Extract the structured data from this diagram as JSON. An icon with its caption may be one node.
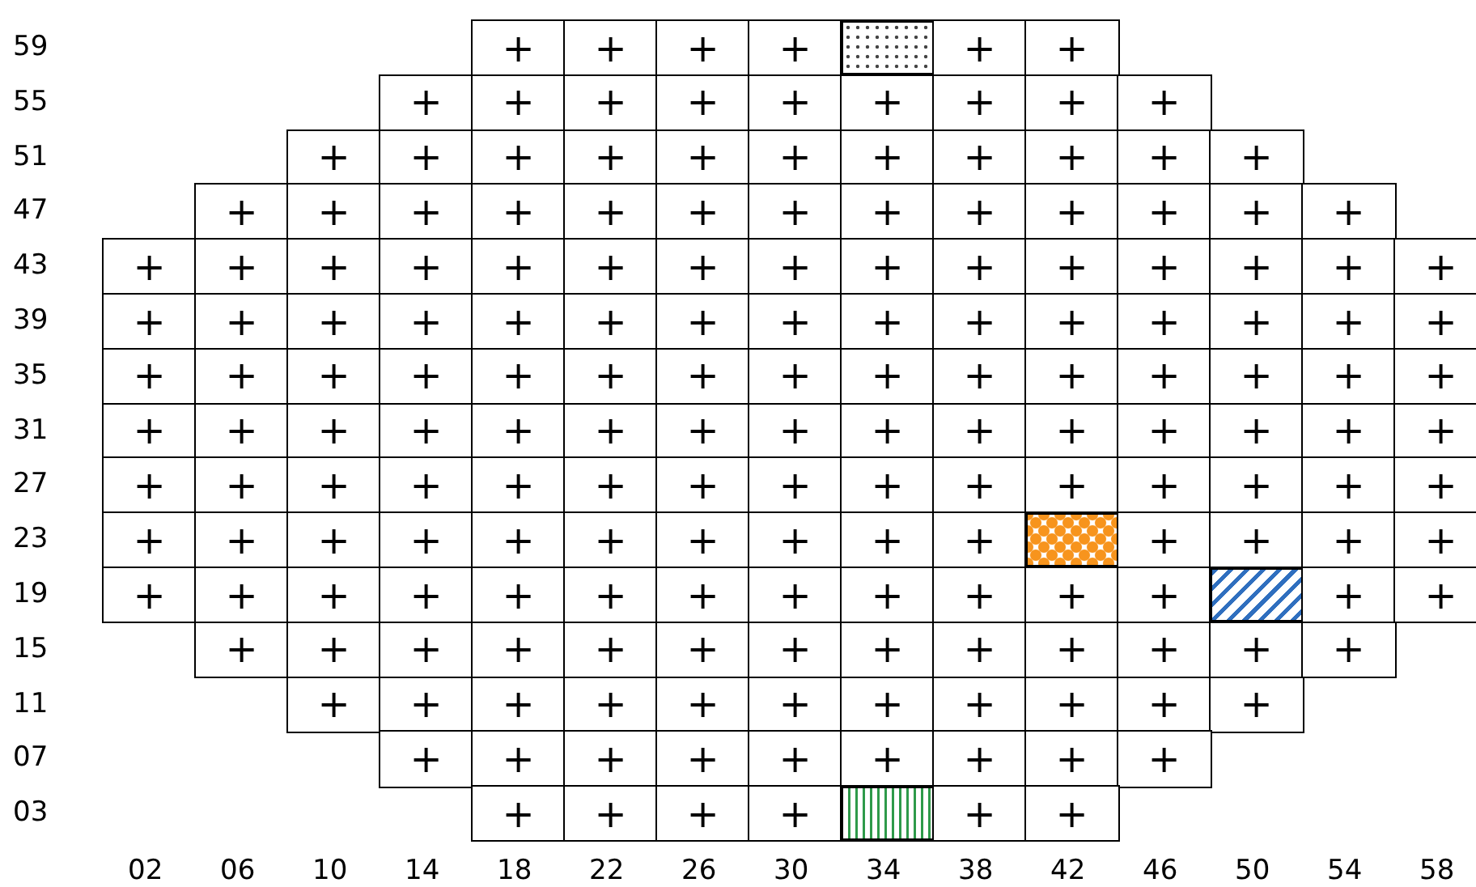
{
  "diagram": {
    "nodes": [
      {
        "text": [
          "+"
        ]
      },
      {
        "text": [
          "+"
        ]
      },
      {
        "text": [
          "+"
        ]
      },
      {
        "text": [
          "+"
        ]
      },
      {
        "text": [],
        "shape": "box"
      },
      {
        "text": [
          "+"
        ]
      },
      {
        "text": [
          "+"
        ]
      },
      {
        "text": [
          "+"
        ]
      },
      {
        "text": [
          "+"
        ]
      },
      {
        "text": [
          "+"
        ]
      },
      {
        "text": [
          "+"
        ]
      },
      {
        "text": [
          "+"
        ]
      },
      {
        "text": [
          "+"
        ]
      },
      {
        "text": [
          "+"
        ]
      },
      {
        "text": [
          "+"
        ]
      },
      {
        "text": [
          "+"
        ]
      },
      {
        "text": [
          "+"
        ]
      },
      {
        "text": [
          "+"
        ]
      },
      {
        "text": [
          "+"
        ]
      },
      {
        "text": [
          "+"
        ]
      },
      {
        "text": [
          "+"
        ]
      },
      {
        "text": [
          "+"
        ]
      },
      {
        "text": [
          "+"
        ]
      },
      {
        "text": [
          "+"
        ]
      },
      {
        "text": [
          "+"
        ]
      },
      {
        "text": [
          "+"
        ]
      },
      {
        "text": [
          "+"
        ]
      },
      {
        "text": [
          "+"
        ]
      },
      {
        "text": [
          "+"
        ]
      },
      {
        "text": [
          "+"
        ]
      },
      {
        "text": [
          "+"
        ]
      },
      {
        "text": [
          "+"
        ]
      },
      {
        "text": [
          "+"
        ]
      },
      {
        "text": [
          "+"
        ]
      },
      {
        "text": [
          "+"
        ]
      },
      {
        "text": [
          "+"
        ]
      },
      {
        "text": [
          "+"
        ]
      },
      {
        "text": [
          "+"
        ]
      },
      {
        "text": [
          "+"
        ]
      },
      {
        "text": [
          "+"
        ]
      },
      {
        "text": [
          "+"
        ]
      },
      {
        "text": [
          "+"
        ]
      },
      {
        "text": [
          "+"
        ]
      },
      {
        "text": [
          "+"
        ]
      },
      {
        "text": [
          "+"
        ]
      },
      {
        "text": [
          "+"
        ]
      },
      {
        "text": [
          "+"
        ]
      },
      {
        "text": [
          "+"
        ]
      },
      {
        "text": [
          "+"
        ]
      },
      {
        "text": [
          "+"
        ]
      },
      {
        "text": [
          "+"
        ]
      },
      {
        "text": [
          "+"
        ]
      },
      {
        "text": [
          "+"
        ]
      },
      {
        "text": [
          "+"
        ]
      },
      {
        "text": [
          "+"
        ]
      },
      {
        "text": [
          "+"
        ]
      },
      {
        "text": [
          "+"
        ]
      },
      {
        "text": [
          "+"
        ]
      },
      {
        "text": [
          "+"
        ]
      },
      {
        "text": [
          "+"
        ]
      },
      {
        "text": [
          "+"
        ]
      },
      {
        "text": [
          "+"
        ]
      },
      {
        "text": [
          "+"
        ]
      },
      {
        "text": [
          "+"
        ]
      },
      {
        "text": [
          "+"
        ]
      },
      {
        "text": [
          "+"
        ]
      },
      {
        "text": [
          "+"
        ]
      },
      {
        "text": [
          "+"
        ]
      },
      {
        "text": [
          "+"
        ]
      },
      {
        "text": [
          "+"
        ]
      },
      {
        "text": [
          "+"
        ]
      },
      {
        "text": [
          "+"
        ]
      },
      {
        "text": [
          "+"
        ]
      },
      {
        "text": [
          "+"
        ]
      },
      {
        "text": [
          "+"
        ]
      },
      {
        "text": [
          "+"
        ]
      },
      {
        "text": [
          "+"
        ]
      },
      {
        "text": [
          "+"
        ]
      },
      {
        "text": [
          "+"
        ]
      },
      {
        "text": [
          "+"
        ]
      },
      {
        "text": [
          "+"
        ]
      },
      {
        "text": [
          "+"
        ]
      },
      {
        "text": [
          "+"
        ]
      },
      {
        "text": [
          "+"
        ]
      },
      {
        "text": [
          "+"
        ]
      },
      {
        "text": [
          "+"
        ]
      },
      {
        "text": [
          "+"
        ]
      },
      {
        "text": [
          "+"
        ]
      },
      {
        "text": [
          "+"
        ]
      },
      {
        "text": [
          "+"
        ]
      },
      {
        "text": [
          "+"
        ]
      },
      {
        "text": [
          "+"
        ]
      },
      {
        "text": [
          "+"
        ]
      },
      {
        "text": [
          "+"
        ]
      },
      {
        "text": [
          "+"
        ]
      },
      {
        "text": [
          "+"
        ]
      },
      {
        "text": [
          "+"
        ]
      },
      {
        "text": [
          "+"
        ]
      },
      {
        "text": [
          "+"
        ]
      },
      {
        "text": [
          "+"
        ]
      },
      {
        "text": [
          "+"
        ]
      },
      {
        "text": [
          "+"
        ]
      },
      {
        "text": [
          "+"
        ]
      },
      {
        "text": [
          "+"
        ]
      },
      {
        "text": [
          "+"
        ]
      },
      {
        "text": [
          "+"
        ]
      },
      {
        "text": [
          "+"
        ]
      },
      {
        "text": [
          "+"
        ]
      },
      {
        "text": [
          "+"
        ]
      },
      {
        "text": [
          "+"
        ]
      },
      {
        "text": [
          "+"
        ]
      },
      {
        "text": [
          "+"
        ]
      },
      {
        "text": [
          "+"
        ]
      },
      {
        "text": [
          "+"
        ]
      },
      {
        "text": [
          "+"
        ]
      },
      {
        "text": [
          "+"
        ]
      },
      {
        "text": [
          "+"
        ]
      },
      {
        "text": [
          "+"
        ]
      },
      {
        "text": [
          "+"
        ]
      },
      {
        "text": [
          "+"
        ]
      },
      {
        "text": [
          "+"
        ]
      },
      {
        "text": [
          "+"
        ]
      },
      {
        "text": [
          "+"
        ]
      },
      {
        "text": [
          "+"
        ]
      },
      {
        "text": [
          "+"
        ]
      },
      {
        "text": [],
        "shape": "box"
      },
      {
        "text": [
          "+"
        ]
      },
      {
        "text": [
          "+"
        ]
      },
      {
        "text": [
          "+"
        ]
      },
      {
        "text": [
          "+"
        ]
      },
      {
        "text": [
          "+"
        ]
      },
      {
        "text": [
          "+"
        ]
      },
      {
        "text": [
          "+"
        ]
      },
      {
        "text": [
          "+"
        ]
      },
      {
        "text": [
          "+"
        ]
      },
      {
        "text": [
          "+"
        ]
      },
      {
        "text": [
          "+"
        ]
      },
      {
        "text": [
          "+"
        ]
      },
      {
        "text": [
          "+"
        ]
      },
      {
        "text": [
          "+"
        ]
      },
      {
        "text": [
          "+"
        ]
      },
      {
        "text": [
          "+"
        ]
      },
      {
        "text": [],
        "shape": "box"
      },
      {
        "text": [
          "+"
        ]
      },
      {
        "text": [
          "+"
        ]
      },
      {
        "text": [
          "+"
        ]
      },
      {
        "text": [
          "+"
        ]
      },
      {
        "text": [
          "+"
        ]
      },
      {
        "text": [
          "+"
        ]
      },
      {
        "text": [
          "+"
        ]
      },
      {
        "text": [
          "+"
        ]
      },
      {
        "text": [
          "+"
        ]
      },
      {
        "text": [
          "+"
        ]
      },
      {
        "text": [
          "+"
        ]
      },
      {
        "text": [
          "+"
        ]
      },
      {
        "text": [
          "+"
        ]
      },
      {
        "text": [
          "+"
        ]
      },
      {
        "text": [
          "+"
        ]
      },
      {
        "text": [
          "+"
        ]
      },
      {
        "text": [
          "+"
        ]
      },
      {
        "text": [
          "+"
        ]
      },
      {
        "text": [
          "+"
        ]
      },
      {
        "text": [
          "+"
        ]
      },
      {
        "text": [
          "+"
        ]
      },
      {
        "text": [
          "+"
        ]
      },
      {
        "text": [
          "+"
        ]
      },
      {
        "text": [
          "+"
        ]
      },
      {
        "text": [
          "+"
        ]
      },
      {
        "text": [
          "+"
        ]
      },
      {
        "text": [
          "+"
        ]
      },
      {
        "text": [
          "+"
        ]
      },
      {
        "text": [
          "+"
        ]
      },
      {
        "text": [
          "+"
        ]
      },
      {
        "text": [
          "+"
        ]
      },
      {
        "text": [
          "+"
        ]
      },
      {
        "text": [
          "+"
        ]
      },
      {
        "text": [
          "+"
        ]
      },
      {
        "text": [
          "+"
        ]
      },
      {
        "text": [
          "+"
        ]
      },
      {
        "text": [
          "+"
        ]
      },
      {
        "text": [
          "+"
        ]
      },
      {
        "text": [
          "+"
        ]
      },
      {
        "text": [],
        "shape": "box"
      },
      {
        "text": [
          "+"
        ]
      },
      {
        "text": [
          "+"
        ]
      }
    ],
    "labels": [
      "59",
      "55",
      "51",
      "47",
      "43",
      "39",
      "35",
      "31",
      "27",
      "23",
      "19",
      "15",
      "11",
      "07",
      "03",
      "02",
      "06",
      "10",
      "14",
      "18",
      "22",
      "26",
      "30",
      "34",
      "38",
      "42",
      "46",
      "50",
      "54",
      "58"
    ]
  }
}
